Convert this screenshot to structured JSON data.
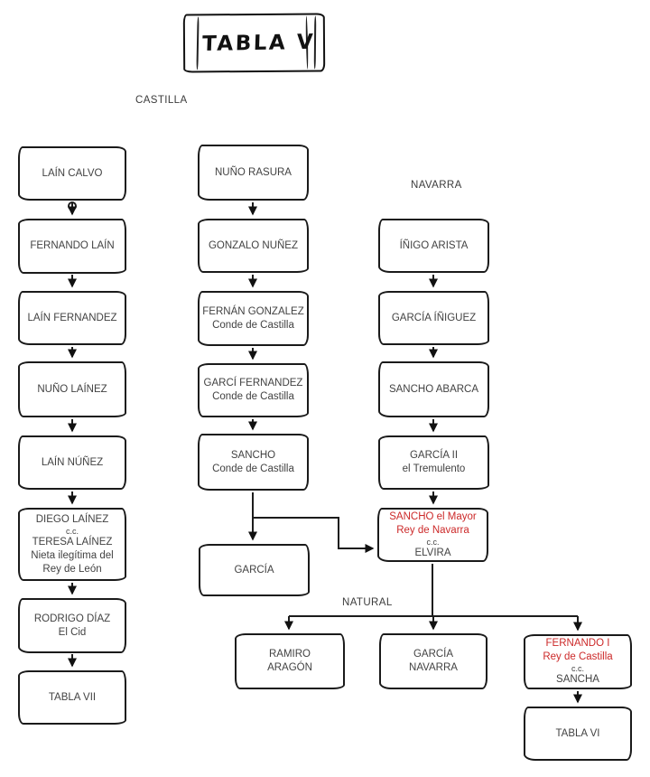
{
  "title": {
    "text": "TABLA V"
  },
  "region_labels": {
    "castilla": "CASTILLA",
    "navarra": "NAVARRA",
    "natural": "NATURAL"
  },
  "colors": {
    "highlight_red": "#cc2929",
    "stroke": "#1a1a1a"
  },
  "nodes": {
    "lain_calvo": {
      "line1": "LAÍN CALVO"
    },
    "fernando_lain": {
      "line1": "FERNANDO LAÍN"
    },
    "lain_fernandez": {
      "line1": "LAÍN FERNANDEZ"
    },
    "nuno_lainez": {
      "line1": "NUÑO LAÍNEZ"
    },
    "lain_nunez": {
      "line1": "LAÍN NÚÑEZ"
    },
    "diego_lainez": {
      "line1": "DIEGO LAÍNEZ",
      "line2": "c.c.",
      "line3": "TERESA LAÍNEZ",
      "line4": "Nieta ilegítima del",
      "line5": "Rey de León"
    },
    "rodrigo_diaz": {
      "line1": "RODRIGO DÍAZ",
      "line2": "El Cid"
    },
    "tabla_vii": {
      "line1": "TABLA VII"
    },
    "nuno_rasura": {
      "line1": "NUÑO RASURA"
    },
    "gonzalo_nunez": {
      "line1": "GONZALO NUÑEZ"
    },
    "fernan_gonzalez": {
      "line1": "FERNÁN GONZALEZ",
      "line2": "Conde de Castilla"
    },
    "garci_fernandez": {
      "line1": "GARCÍ FERNANDEZ",
      "line2": "Conde de Castilla"
    },
    "sancho_conde": {
      "line1": "SANCHO",
      "line2": "Conde de Castilla"
    },
    "garcia": {
      "line1": "GARCÍA"
    },
    "inigo_arista": {
      "line1": "ÍÑIGO ARISTA"
    },
    "garcia_iniguez": {
      "line1": "GARCÍA ÍÑIGUEZ"
    },
    "sancho_abarca": {
      "line1": "SANCHO ABARCA"
    },
    "garcia_ii": {
      "line1": "GARCÍA II",
      "line2": "el Tremulento"
    },
    "sancho_mayor": {
      "line1": "SANCHO el Mayor",
      "line2": "Rey de Navarra",
      "line3": "c.c.",
      "line4": "ELVIRA"
    },
    "ramiro_aragon": {
      "line1": "RAMIRO",
      "line2": "ARAGÓN"
    },
    "garcia_navarra": {
      "line1": "GARCÍA",
      "line2": "NAVARRA"
    },
    "fernando_i": {
      "line1": "FERNANDO I",
      "line2": "Rey de Castilla",
      "line3": "c.c.",
      "line4": "SANCHA"
    },
    "tabla_vi": {
      "line1": "TABLA VI"
    }
  }
}
